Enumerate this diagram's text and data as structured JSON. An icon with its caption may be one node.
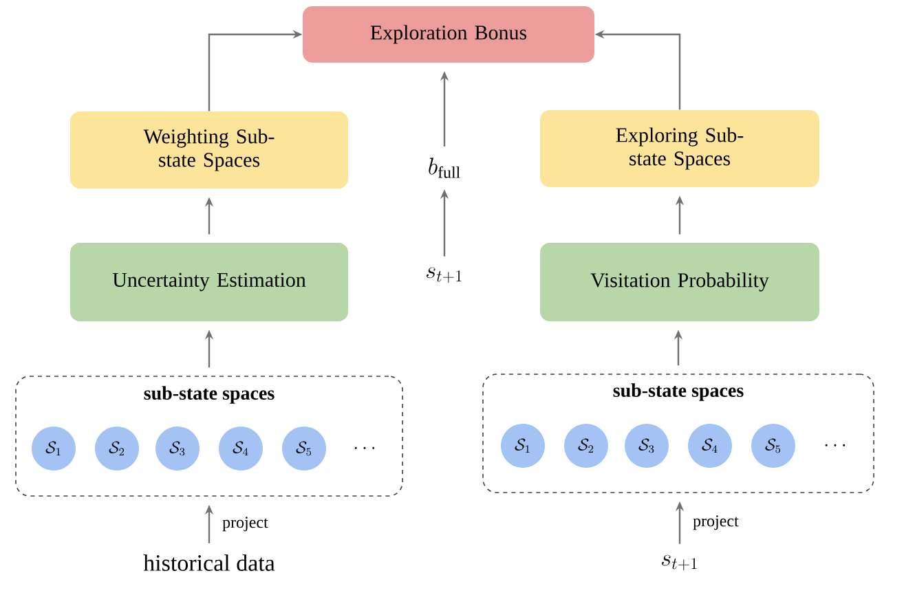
{
  "diagram": {
    "nodes": [
      {
        "text": [
          "Exploration Bonus"
        ]
      },
      {
        "text": [
          "Weighting Sub-state Spaces"
        ]
      },
      {
        "text": [
          "Exploring Sub-state Spaces"
        ]
      },
      {
        "text": [
          "b_{\\mathrm{full}}"
        ]
      },
      {
        "text": [
          "Uncertainty Estimation"
        ]
      },
      {
        "text": [
          "s_{t+1}"
        ]
      },
      {
        "text": [
          "Visitation Probability"
        ]
      },
      {
        "text": [
          "sub-state spaces"
        ]
      },
      {
        "text": [
          "\\mathcal{S}_1"
        ],
        "in": 7
      },
      {
        "text": [
          "\\mathcal{S}_2"
        ],
        "in": 7
      },
      {
        "text": [
          "\\mathcal{S}_3"
        ],
        "in": 7
      },
      {
        "text": [
          "\\mathcal{S}_4"
        ],
        "in": 7
      },
      {
        "text": [
          "\\mathcal{S}_5"
        ],
        "in": 7
      },
      {
        "text": [
          "sub-state spaces"
        ]
      },
      {
        "text": [
          "\\mathcal{S}_1"
        ],
        "in": 13
      },
      {
        "text": [
          "\\mathcal{S}_2"
        ],
        "in": 13
      },
      {
        "text": [
          "\\mathcal{S}_3"
        ],
        "in": 13
      },
      {
        "text": [
          "\\mathcal{S}_4"
        ],
        "in": 13
      },
      {
        "text": [
          "\\mathcal{S}_5"
        ],
        "in": 13
      },
      {
        "text": [
          "historical data"
        ]
      },
      {
        "text": [
          "s_{t+1}"
        ]
      }
    ],
    "edges": [
      {
        "from": 1,
        "to": 0,
        "arrow": "to"
      },
      {
        "from": 2,
        "to": 0,
        "arrow": "to"
      },
      {
        "from": 3,
        "to": 0,
        "arrow": "to"
      },
      {
        "from": 5,
        "to": 3,
        "arrow": "to"
      },
      {
        "from": 4,
        "to": 1,
        "arrow": "to"
      },
      {
        "from": 6,
        "to": 2,
        "arrow": "to"
      },
      {
        "from": 7,
        "to": 4,
        "arrow": "to"
      },
      {
        "from": 13,
        "to": 6,
        "arrow": "to"
      },
      {
        "from": 19,
        "to": 7,
        "arrow": "to",
        "label": "project"
      },
      {
        "from": 20,
        "to": 13,
        "arrow": "to",
        "label": "project"
      }
    ],
    "labels": [
      "\\cdots",
      "\\cdots"
    ]
  }
}
